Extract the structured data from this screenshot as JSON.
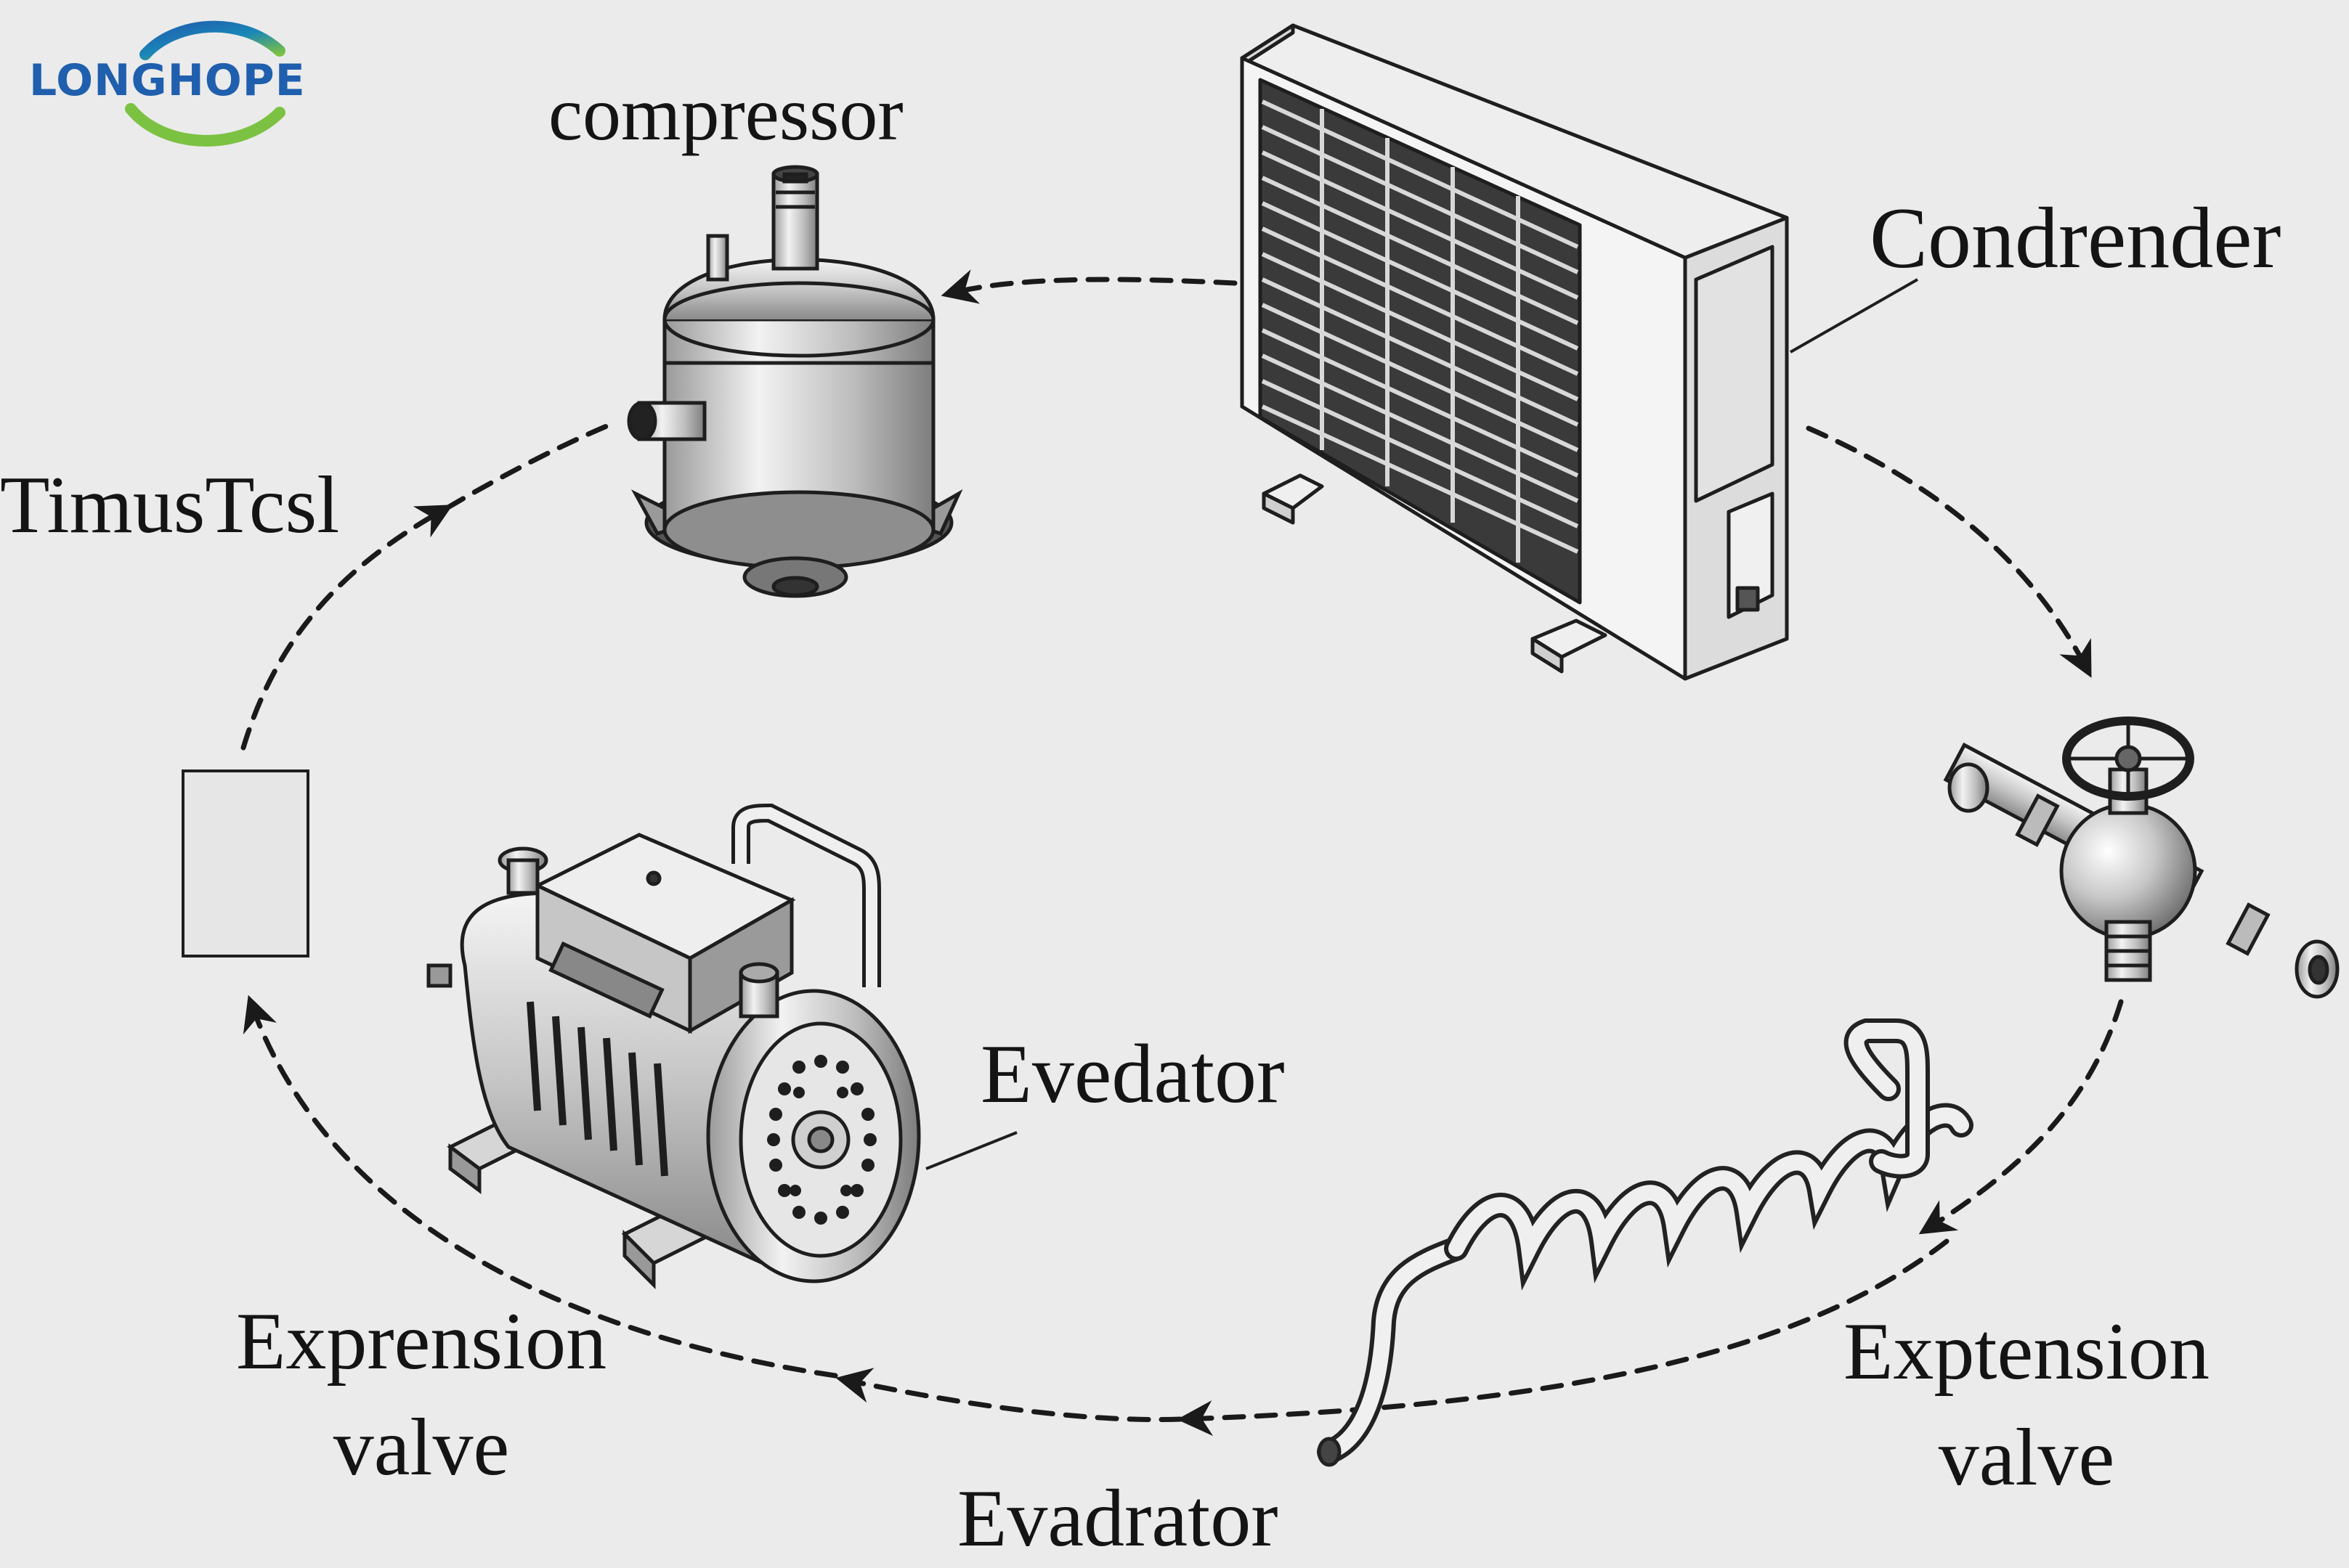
{
  "brand": {
    "name": "LONGHOPE",
    "colors": {
      "blue": "#1f5fae",
      "teal": "#1a86b8",
      "green": "#7cc242"
    }
  },
  "labels": {
    "compressor": "compressor",
    "condenser": "Condrender",
    "thermostat": "TimusTcsl",
    "evaporator_unit": "Evedator",
    "expansion_left": [
      "Exprension",
      "valve"
    ],
    "expansion_right": [
      "Exptension",
      "valve"
    ],
    "evaporator_bottom": "Evadrator"
  },
  "components": [
    {
      "name": "compressor",
      "icon": "scroll-compressor-icon"
    },
    {
      "name": "condenser",
      "icon": "outdoor-condenser-unit-icon"
    },
    {
      "name": "expansion-valve",
      "icon": "handwheel-valve-icon"
    },
    {
      "name": "evaporator-coil",
      "icon": "helical-coil-icon"
    },
    {
      "name": "evaporator-motor",
      "icon": "electric-motor-icon"
    },
    {
      "name": "thermostat",
      "icon": "blank-panel-icon"
    }
  ],
  "flow": {
    "style": "dashed",
    "direction": "clockwise",
    "color": "#1a1a1a"
  }
}
